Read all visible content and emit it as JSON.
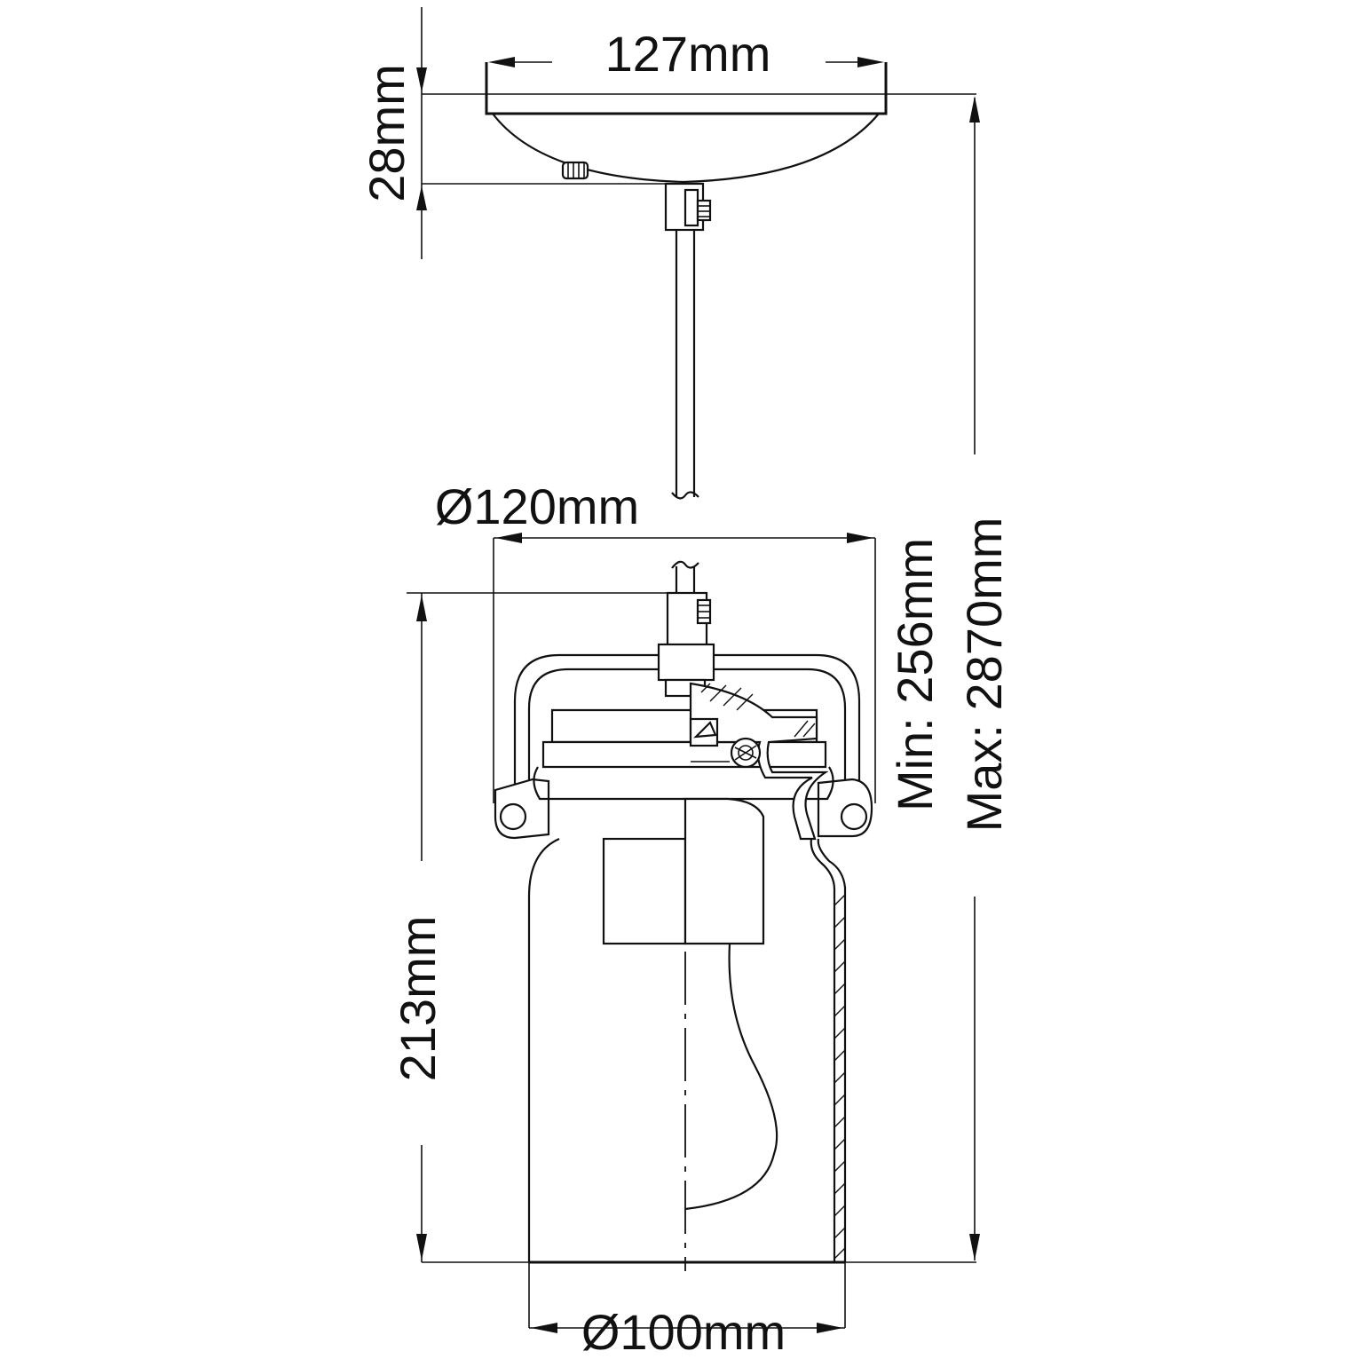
{
  "dimensions": {
    "canopy_width": "127mm",
    "canopy_height": "28mm",
    "shade_top_diameter": "Ø120mm",
    "shade_height": "213mm",
    "shade_bottom_diameter": "Ø100mm",
    "min_height": "Min: 256mm",
    "max_height": "Max: 2870mm"
  }
}
